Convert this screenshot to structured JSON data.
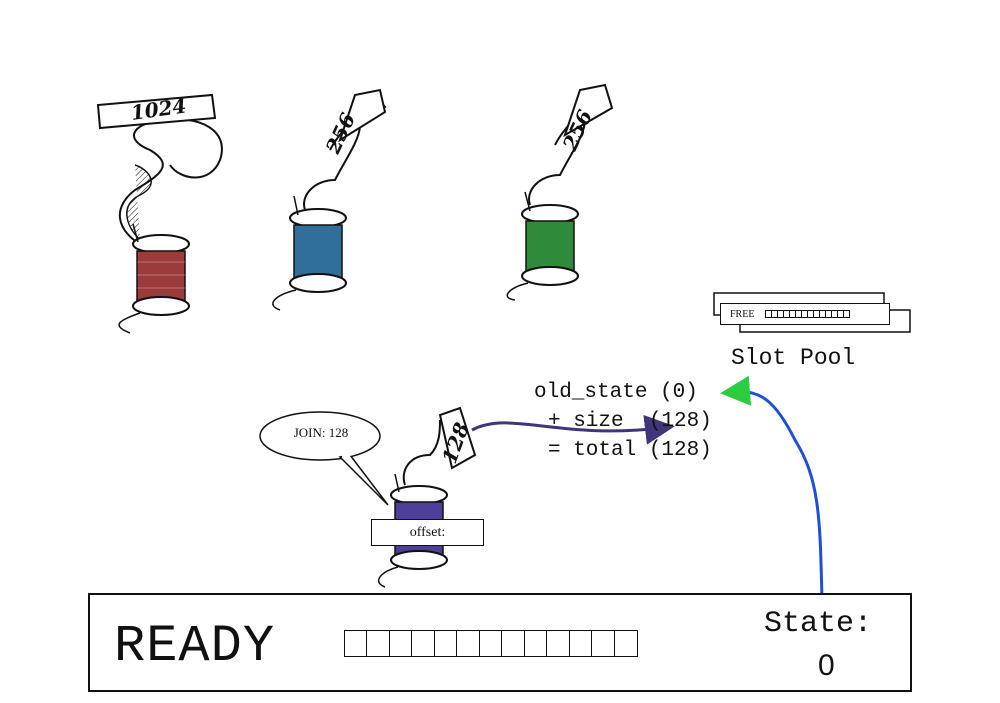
{
  "spools": [
    {
      "id": "spool-1024",
      "tag": "1024",
      "color": "#9b3b3b"
    },
    {
      "id": "spool-256-blue",
      "tag": "256",
      "color": "#2f6f99"
    },
    {
      "id": "spool-256-green",
      "tag": "256",
      "color": "#2f8a3a"
    },
    {
      "id": "spool-128-active",
      "tag": "128",
      "color": "#4e3f9a"
    }
  ],
  "join_bubble": "JOIN: 128",
  "offset_label": "offset:",
  "equation": {
    "line1": "old_state (0)",
    "line2": "+ size  (128)",
    "line3": "= total (128)"
  },
  "slot_pool": {
    "label": "Slot Pool",
    "card_text": "FREE",
    "card_cells": 14
  },
  "status": {
    "word": "READY",
    "cells_total": 13,
    "cells_filled": 0,
    "state_label": "State:",
    "state_value": "0"
  },
  "colors": {
    "arrow_state": "#1f4fd6",
    "arrow_head_green": "#2ecc40",
    "arrow_size": "#3f357a",
    "ink": "#111111"
  }
}
